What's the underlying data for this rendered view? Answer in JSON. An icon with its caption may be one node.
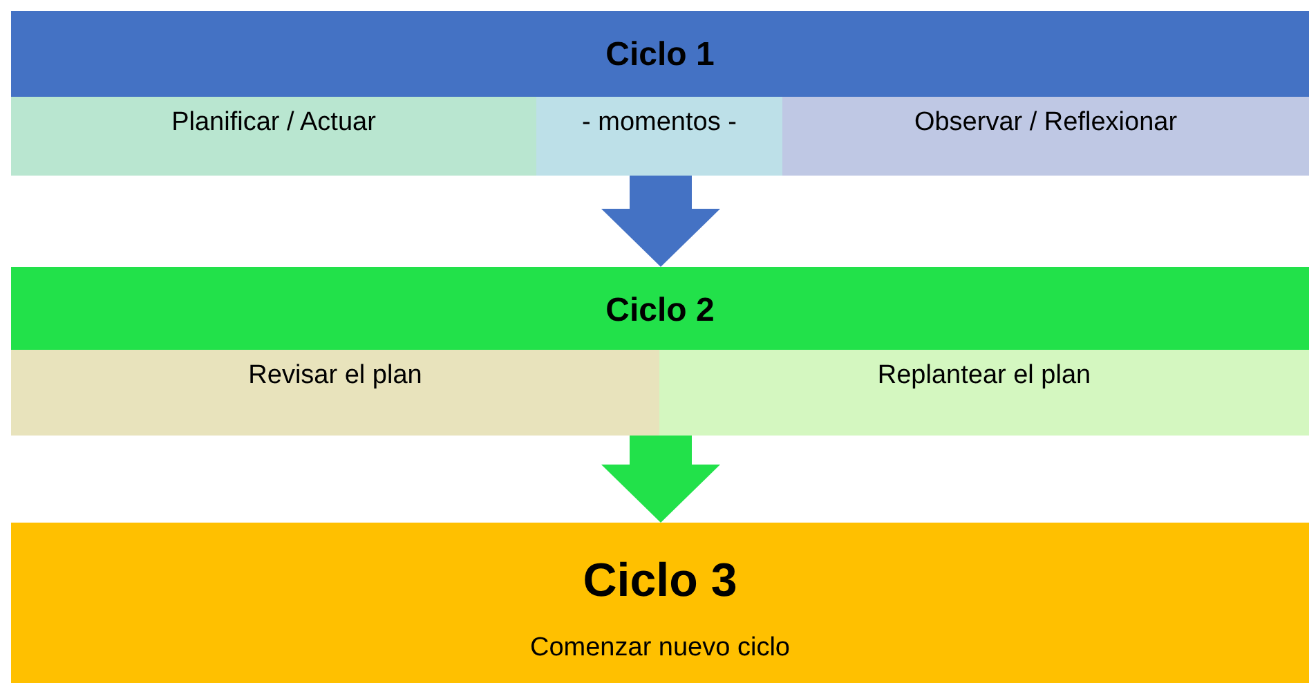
{
  "diagram": {
    "nodes": [
      {
        "text": [
          "Ciclo 1"
        ]
      },
      {
        "text": [
          "Planificar / Actuar"
        ],
        "in": 0
      },
      {
        "text": [
          "- momentos -"
        ],
        "in": 0
      },
      {
        "text": [
          "Observar / Reflexionar"
        ],
        "in": 0
      },
      {
        "text": [
          "Ciclo 2"
        ]
      },
      {
        "text": [
          "Revisar el plan"
        ],
        "in": 4
      },
      {
        "text": [
          "Replantear el plan"
        ],
        "in": 4
      },
      {
        "text": [
          "Ciclo 3",
          "Comenzar nuevo ciclo"
        ]
      }
    ],
    "edges": [
      {
        "from": 0,
        "to": 4,
        "arrow": "to",
        "color": "#4472c4"
      },
      {
        "from": 4,
        "to": 7,
        "arrow": "to",
        "color": "#22e14a"
      }
    ]
  }
}
